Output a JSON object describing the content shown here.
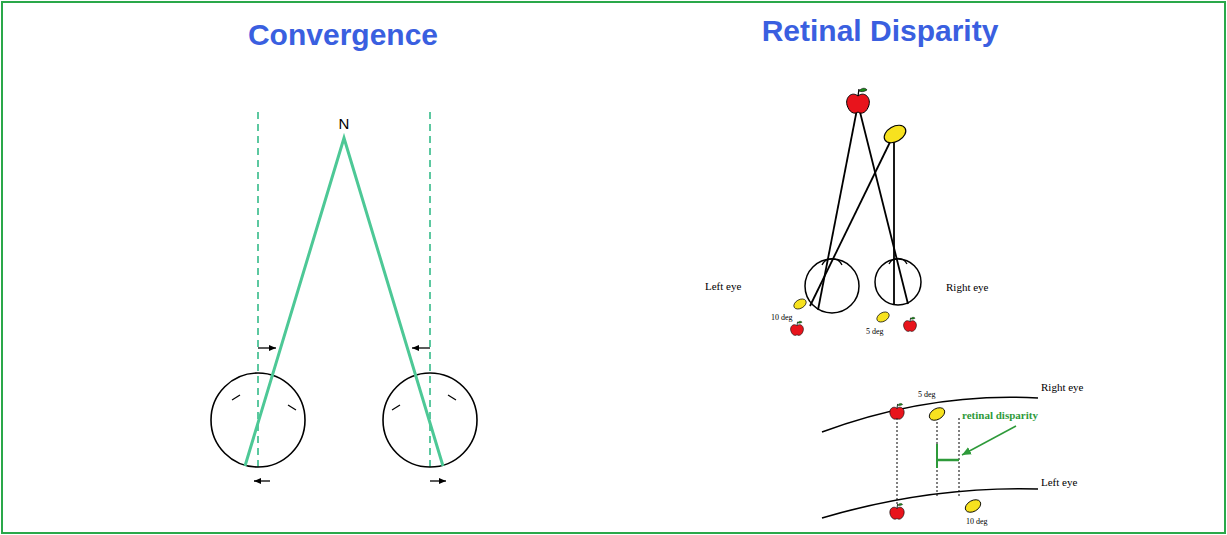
{
  "diagram": {
    "labels": [
      "Convergence",
      "Retinal Disparity",
      "N",
      "Left eye",
      "Right eye",
      "10 deg",
      "5 deg",
      "Right eye",
      "5 deg",
      "retinal disparity",
      "Left eye",
      "10 deg"
    ]
  }
}
